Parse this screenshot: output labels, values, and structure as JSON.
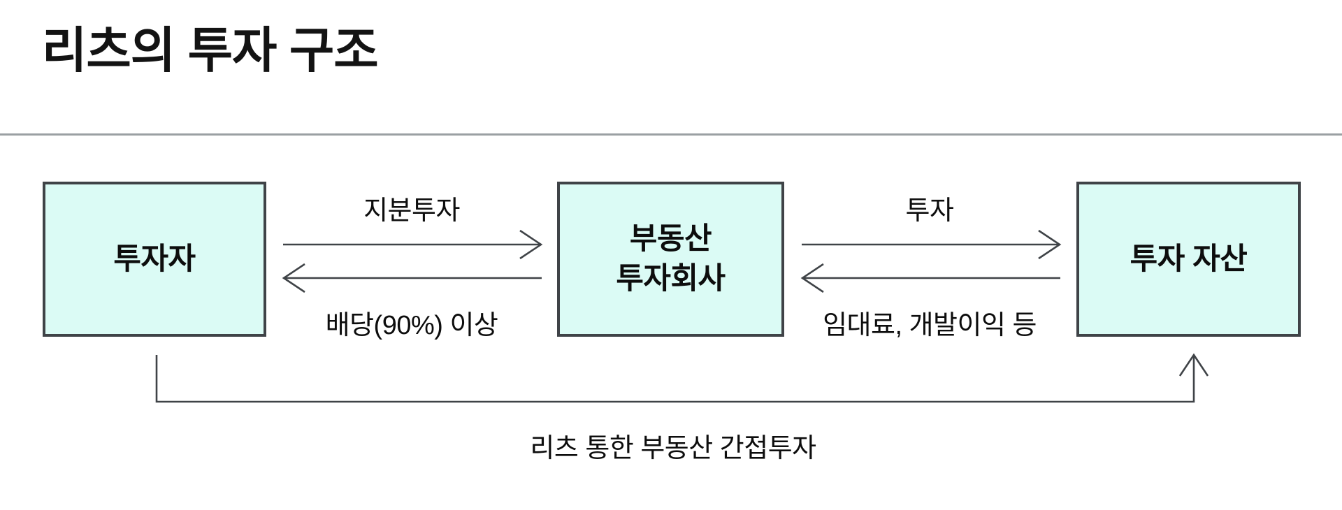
{
  "page": {
    "title": "리츠의 투자 구조"
  },
  "colors": {
    "box-fill": "#dbfbf5",
    "line": "#3f4347",
    "divider": "#9aa0a3",
    "text": "#131313",
    "bg": "#ffffff"
  },
  "diagram": {
    "nodes": [
      {
        "id": "investor",
        "label": "투자자"
      },
      {
        "id": "reit-company",
        "label": "부동산\n투자회사"
      },
      {
        "id": "assets",
        "label": "투자 자산"
      }
    ],
    "edges": {
      "equity": {
        "label": "지분투자",
        "from": "투자자",
        "to": "부동산 투자회사"
      },
      "dividend": {
        "label": "배당(90%) 이상",
        "from": "부동산 투자회사",
        "to": "투자자"
      },
      "invest": {
        "label": "투자",
        "from": "부동산 투자회사",
        "to": "투자 자산"
      },
      "rent": {
        "label": "임대료, 개발이익 등",
        "from": "투자 자산",
        "to": "부동산 투자회사"
      },
      "indirect": {
        "label": "리츠 통한 부동산 간접투자",
        "from": "투자자",
        "to": "투자 자산"
      }
    }
  }
}
